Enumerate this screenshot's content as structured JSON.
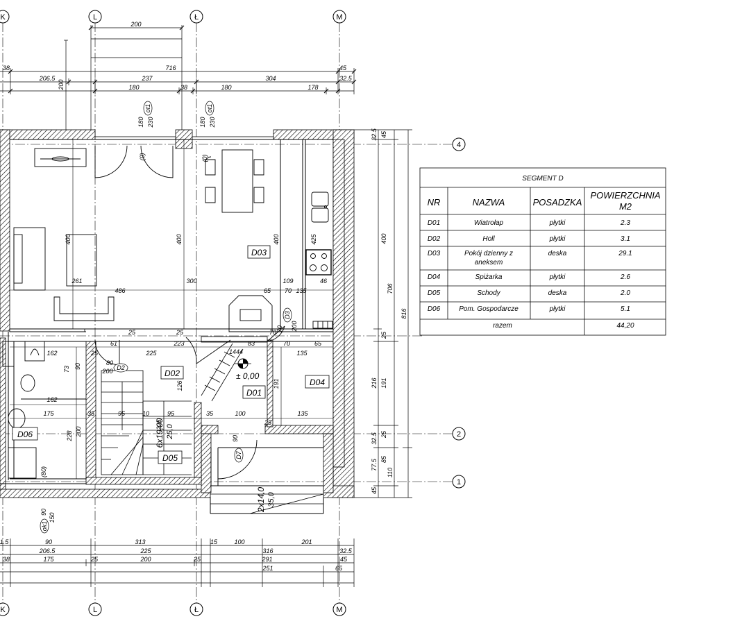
{
  "axes": {
    "columns": [
      "K",
      "L",
      "Ł",
      "M"
    ],
    "rows": [
      "4",
      "2",
      "1"
    ]
  },
  "rooms": [
    "D01",
    "D02",
    "D03",
    "D04",
    "D05",
    "D06"
  ],
  "dims_top": {
    "bay": "200",
    "row1": [
      "38",
      "716",
      "45"
    ],
    "row2": [
      "206.5",
      "237",
      "304",
      "32.5"
    ],
    "row3": [
      "180",
      "38",
      "180",
      "178"
    ],
    "left_stub": "200"
  },
  "dims_bottom": {
    "row1": [
      "1.5",
      "90",
      "313",
      "15",
      "100",
      "201"
    ],
    "row2": [
      "206.5",
      "225",
      "316",
      "32.5"
    ],
    "row3": [
      "38",
      "175",
      "25",
      "200",
      "25",
      "291",
      "45"
    ],
    "row4": [
      "251",
      "65"
    ]
  },
  "dims_right": {
    "inner": [
      "32.5",
      "45",
      "400",
      "25",
      "216",
      "191",
      "25",
      "32.5",
      "85",
      "77.5",
      "45"
    ],
    "outer": [
      "706",
      "816",
      "110"
    ]
  },
  "dims_interior": [
    "400",
    "400",
    "400",
    "425",
    "261",
    "486",
    "300",
    "65",
    "109",
    "70",
    "135",
    "46",
    "162",
    "73",
    "90",
    "162",
    "175",
    "228",
    "200",
    "61",
    "225",
    "223",
    "83",
    "70",
    "65",
    "135",
    "95",
    "10",
    "95",
    "35",
    "100",
    "135",
    "126",
    "191",
    "25",
    "35",
    "25",
    "25",
    "25",
    "225",
    "1444",
    "70"
  ],
  "openings": {
    "ot1_a": "ot1",
    "ot1_a_h": "180",
    "ot1_a_w": "230",
    "ot1_b": "ot1",
    "ot1_b_h": "180",
    "ot1_b_w": "230",
    "d3": "D3",
    "d3_h": "200",
    "d3_w": "70",
    "d2": "D2",
    "d2_h": "200",
    "d2_w": "80",
    "d7": "D7",
    "d7_w": "90",
    "ok1": "ok1",
    "ok1_h": "150",
    "ok1_w": "90",
    "d0a": "(0)",
    "d0b": "(0)",
    "d80": "(80)"
  },
  "level_mark": "± 0,00",
  "stairs": {
    "lower": "2x14,0",
    "lower2": "35,0",
    "main": "6x19,00",
    "main2": "25,0"
  },
  "table": {
    "title": "SEGMENT D",
    "headers": [
      "NR",
      "NAZWA",
      "POSADZKA",
      "POWIERZCHNIA",
      "M2"
    ],
    "rows": [
      [
        "D01",
        "Wiatrołap",
        "płytki",
        "2.3"
      ],
      [
        "D02",
        "Holl",
        "płytki",
        "3.1"
      ],
      [
        "D03",
        "Pokój dzienny z",
        "deska",
        "29.1"
      ],
      [
        "D04",
        "Spiżarka",
        "płytki",
        "2.6"
      ],
      [
        "D05",
        "Schody",
        "deska",
        "2.0"
      ],
      [
        "D06",
        "Pom. Gospodarcze",
        "płytki",
        "5.1"
      ]
    ],
    "d03_line2": "aneksem",
    "total_label": "razem",
    "total_value": "44,20"
  }
}
